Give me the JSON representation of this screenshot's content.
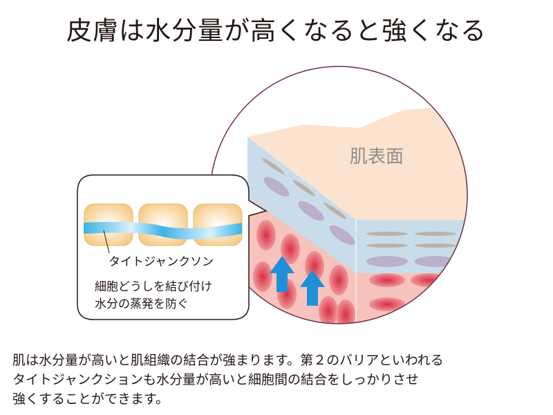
{
  "title": "皮膚は水分量が高くなると強くなる",
  "diagram": {
    "skin_surface_label": "肌表面",
    "tight_junction_label": "タイトジャンクソン",
    "callout_lines": [
      "細胞どうしを結び付け",
      "水分の蒸発を防ぐ"
    ]
  },
  "description_lines": [
    "肌は水分量が高いと肌組織の結合が強まります。第２のバリアといわれる",
    "タイトジャンクションも水分量が高いと細胞間の結合をしっかりさせ",
    "強くすることができます。"
  ],
  "colors": {
    "arrow": "#1e8fd8",
    "outline": "#6b2f3f",
    "surface": "#fbe3d0"
  }
}
